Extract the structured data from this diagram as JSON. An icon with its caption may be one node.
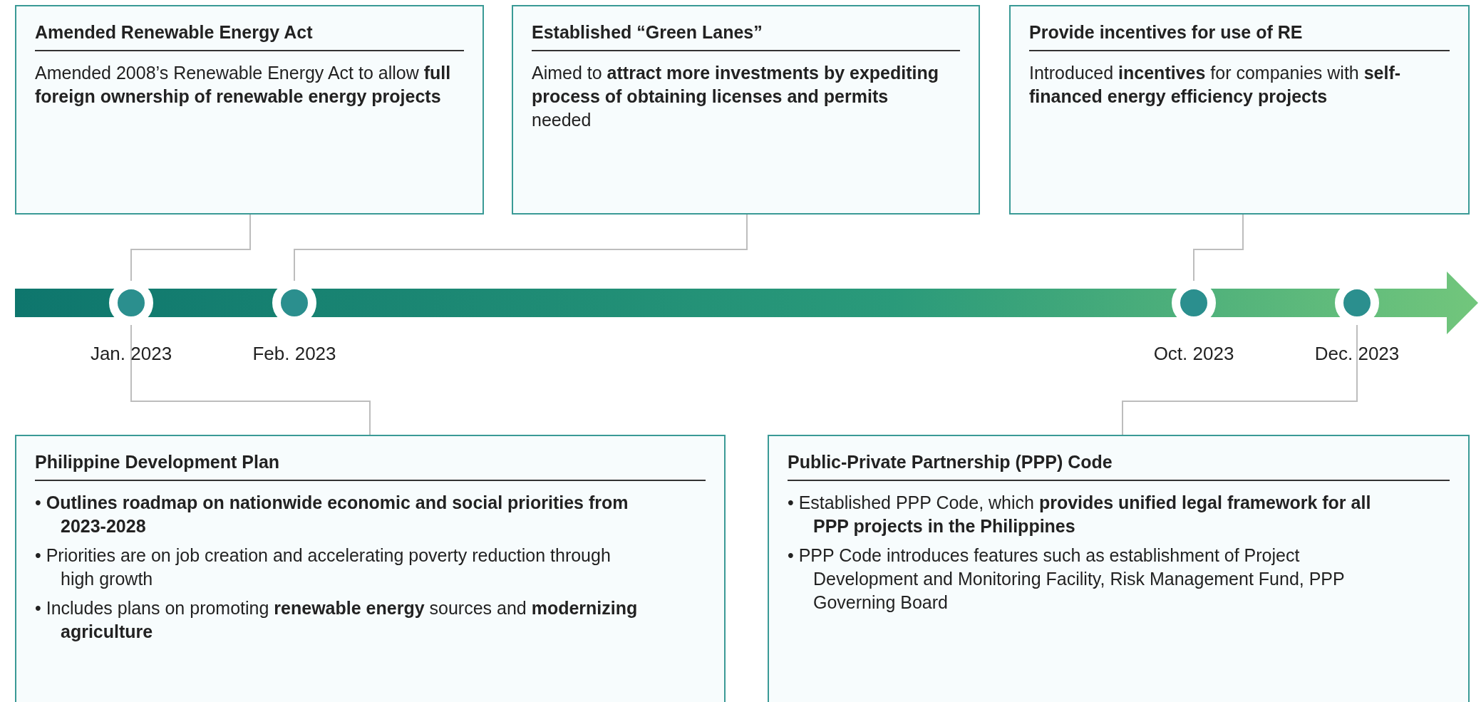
{
  "diagram": {
    "nodes": [
      {
        "text": [
          "Amended Renewable Energy Act",
          "Amended 2008’s Renewable Energy Act to allow **full foreign ownership of renewable energy projects**"
        ]
      },
      {
        "text": [
          "Established “Green Lanes”",
          "Aimed to **attract more investments by expediting process of obtaining licenses and permits** needed"
        ]
      },
      {
        "text": [
          "Provide incentives for use of RE",
          "Introduced **incentives** for companies with **self-financed energy efficiency projects**"
        ]
      },
      {
        "text": [],
        "shape": "circle",
        "beside": [
          "Jan. 2023"
        ]
      },
      {
        "text": [],
        "shape": "circle",
        "beside": [
          "Feb. 2023"
        ]
      },
      {
        "text": [],
        "shape": "circle",
        "beside": [
          "Oct. 2023"
        ]
      },
      {
        "text": [],
        "shape": "circle",
        "beside": [
          "Dec. 2023"
        ]
      },
      {
        "text": [
          "Philippine Development Plan",
          "• **Outlines roadmap on nationwide economic and social priorities from 2023-2028**",
          "• Priorities are on job creation and accelerating poverty reduction through high growth",
          "• Includes plans on promoting **renewable energy** sources and **modernizing agriculture**"
        ]
      },
      {
        "text": [
          "Public-Private Partnership (PPP) Code",
          "• Established PPP Code, which **provides unified legal framework for all PPP projects in the Philippines**",
          "• PPP Code introduces features such as establishment of Project Development and Monitoring Facility, Risk Management Fund, PPP Governing Board"
        ]
      }
    ],
    "edges": [
      {
        "from": 0,
        "to": 3,
        "arrow": "none"
      },
      {
        "from": 1,
        "to": 4,
        "arrow": "none"
      },
      {
        "from": 2,
        "to": 5,
        "arrow": "none"
      },
      {
        "from": 3,
        "to": 7,
        "arrow": "none"
      },
      {
        "from": 6,
        "to": 8,
        "arrow": "none"
      }
    ]
  }
}
